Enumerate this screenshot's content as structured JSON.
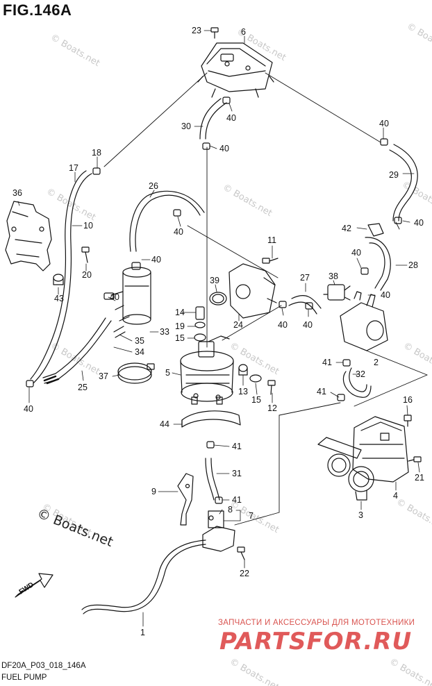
{
  "figure": {
    "title": "FIG.146A",
    "code": "DF20A_P03_018_146A",
    "name": "FUEL PUMP"
  },
  "watermarks": {
    "small": "© Boats.net",
    "large": "© Boats.net"
  },
  "shop": {
    "caption": "ЗАПЧАСТИ И АКСЕССУАРЫ ДЛЯ МОТОТЕХНИКИ",
    "logo": "PARTSFOR.RU"
  },
  "fwd_arrow": "FWD",
  "callouts": [
    {
      "id": "c23",
      "text": "23"
    },
    {
      "id": "c6",
      "text": "6"
    },
    {
      "id": "c40a",
      "text": "40"
    },
    {
      "id": "c30",
      "text": "30"
    },
    {
      "id": "c40b",
      "text": "40"
    },
    {
      "id": "c40c",
      "text": "40"
    },
    {
      "id": "c18",
      "text": "18"
    },
    {
      "id": "c17",
      "text": "17"
    },
    {
      "id": "c29",
      "text": "29"
    },
    {
      "id": "c36",
      "text": "36"
    },
    {
      "id": "c10",
      "text": "10"
    },
    {
      "id": "c26",
      "text": "26"
    },
    {
      "id": "c40d",
      "text": "40"
    },
    {
      "id": "c42",
      "text": "42"
    },
    {
      "id": "c40e",
      "text": "40"
    },
    {
      "id": "c11",
      "text": "11"
    },
    {
      "id": "c20",
      "text": "20"
    },
    {
      "id": "c40f",
      "text": "40"
    },
    {
      "id": "c40g",
      "text": "40"
    },
    {
      "id": "c28",
      "text": "28"
    },
    {
      "id": "c43",
      "text": "43"
    },
    {
      "id": "c39",
      "text": "39"
    },
    {
      "id": "c27",
      "text": "27"
    },
    {
      "id": "c38",
      "text": "38"
    },
    {
      "id": "c40h",
      "text": "40"
    },
    {
      "id": "c40i",
      "text": "40"
    },
    {
      "id": "c14",
      "text": "14"
    },
    {
      "id": "c33",
      "text": "33"
    },
    {
      "id": "c24",
      "text": "24"
    },
    {
      "id": "c40j",
      "text": "40"
    },
    {
      "id": "c40k",
      "text": "40"
    },
    {
      "id": "c19",
      "text": "19"
    },
    {
      "id": "c15a",
      "text": "15"
    },
    {
      "id": "c35",
      "text": "35"
    },
    {
      "id": "c34",
      "text": "34"
    },
    {
      "id": "c41a",
      "text": "41"
    },
    {
      "id": "c2",
      "text": "2"
    },
    {
      "id": "c37",
      "text": "37"
    },
    {
      "id": "c5",
      "text": "5"
    },
    {
      "id": "c32",
      "text": "32"
    },
    {
      "id": "c25",
      "text": "25"
    },
    {
      "id": "c13",
      "text": "13"
    },
    {
      "id": "c15b",
      "text": "15"
    },
    {
      "id": "c12",
      "text": "12"
    },
    {
      "id": "c41b",
      "text": "41"
    },
    {
      "id": "c40l",
      "text": "40"
    },
    {
      "id": "c16",
      "text": "16"
    },
    {
      "id": "c44",
      "text": "44"
    },
    {
      "id": "c41c",
      "text": "41"
    },
    {
      "id": "c21",
      "text": "21"
    },
    {
      "id": "c31",
      "text": "31"
    },
    {
      "id": "c9",
      "text": "9"
    },
    {
      "id": "c4",
      "text": "4"
    },
    {
      "id": "c41d",
      "text": "41"
    },
    {
      "id": "c8",
      "text": "8"
    },
    {
      "id": "c7",
      "text": "7"
    },
    {
      "id": "c3",
      "text": "3"
    },
    {
      "id": "c22",
      "text": "22"
    },
    {
      "id": "c1",
      "text": "1"
    }
  ]
}
